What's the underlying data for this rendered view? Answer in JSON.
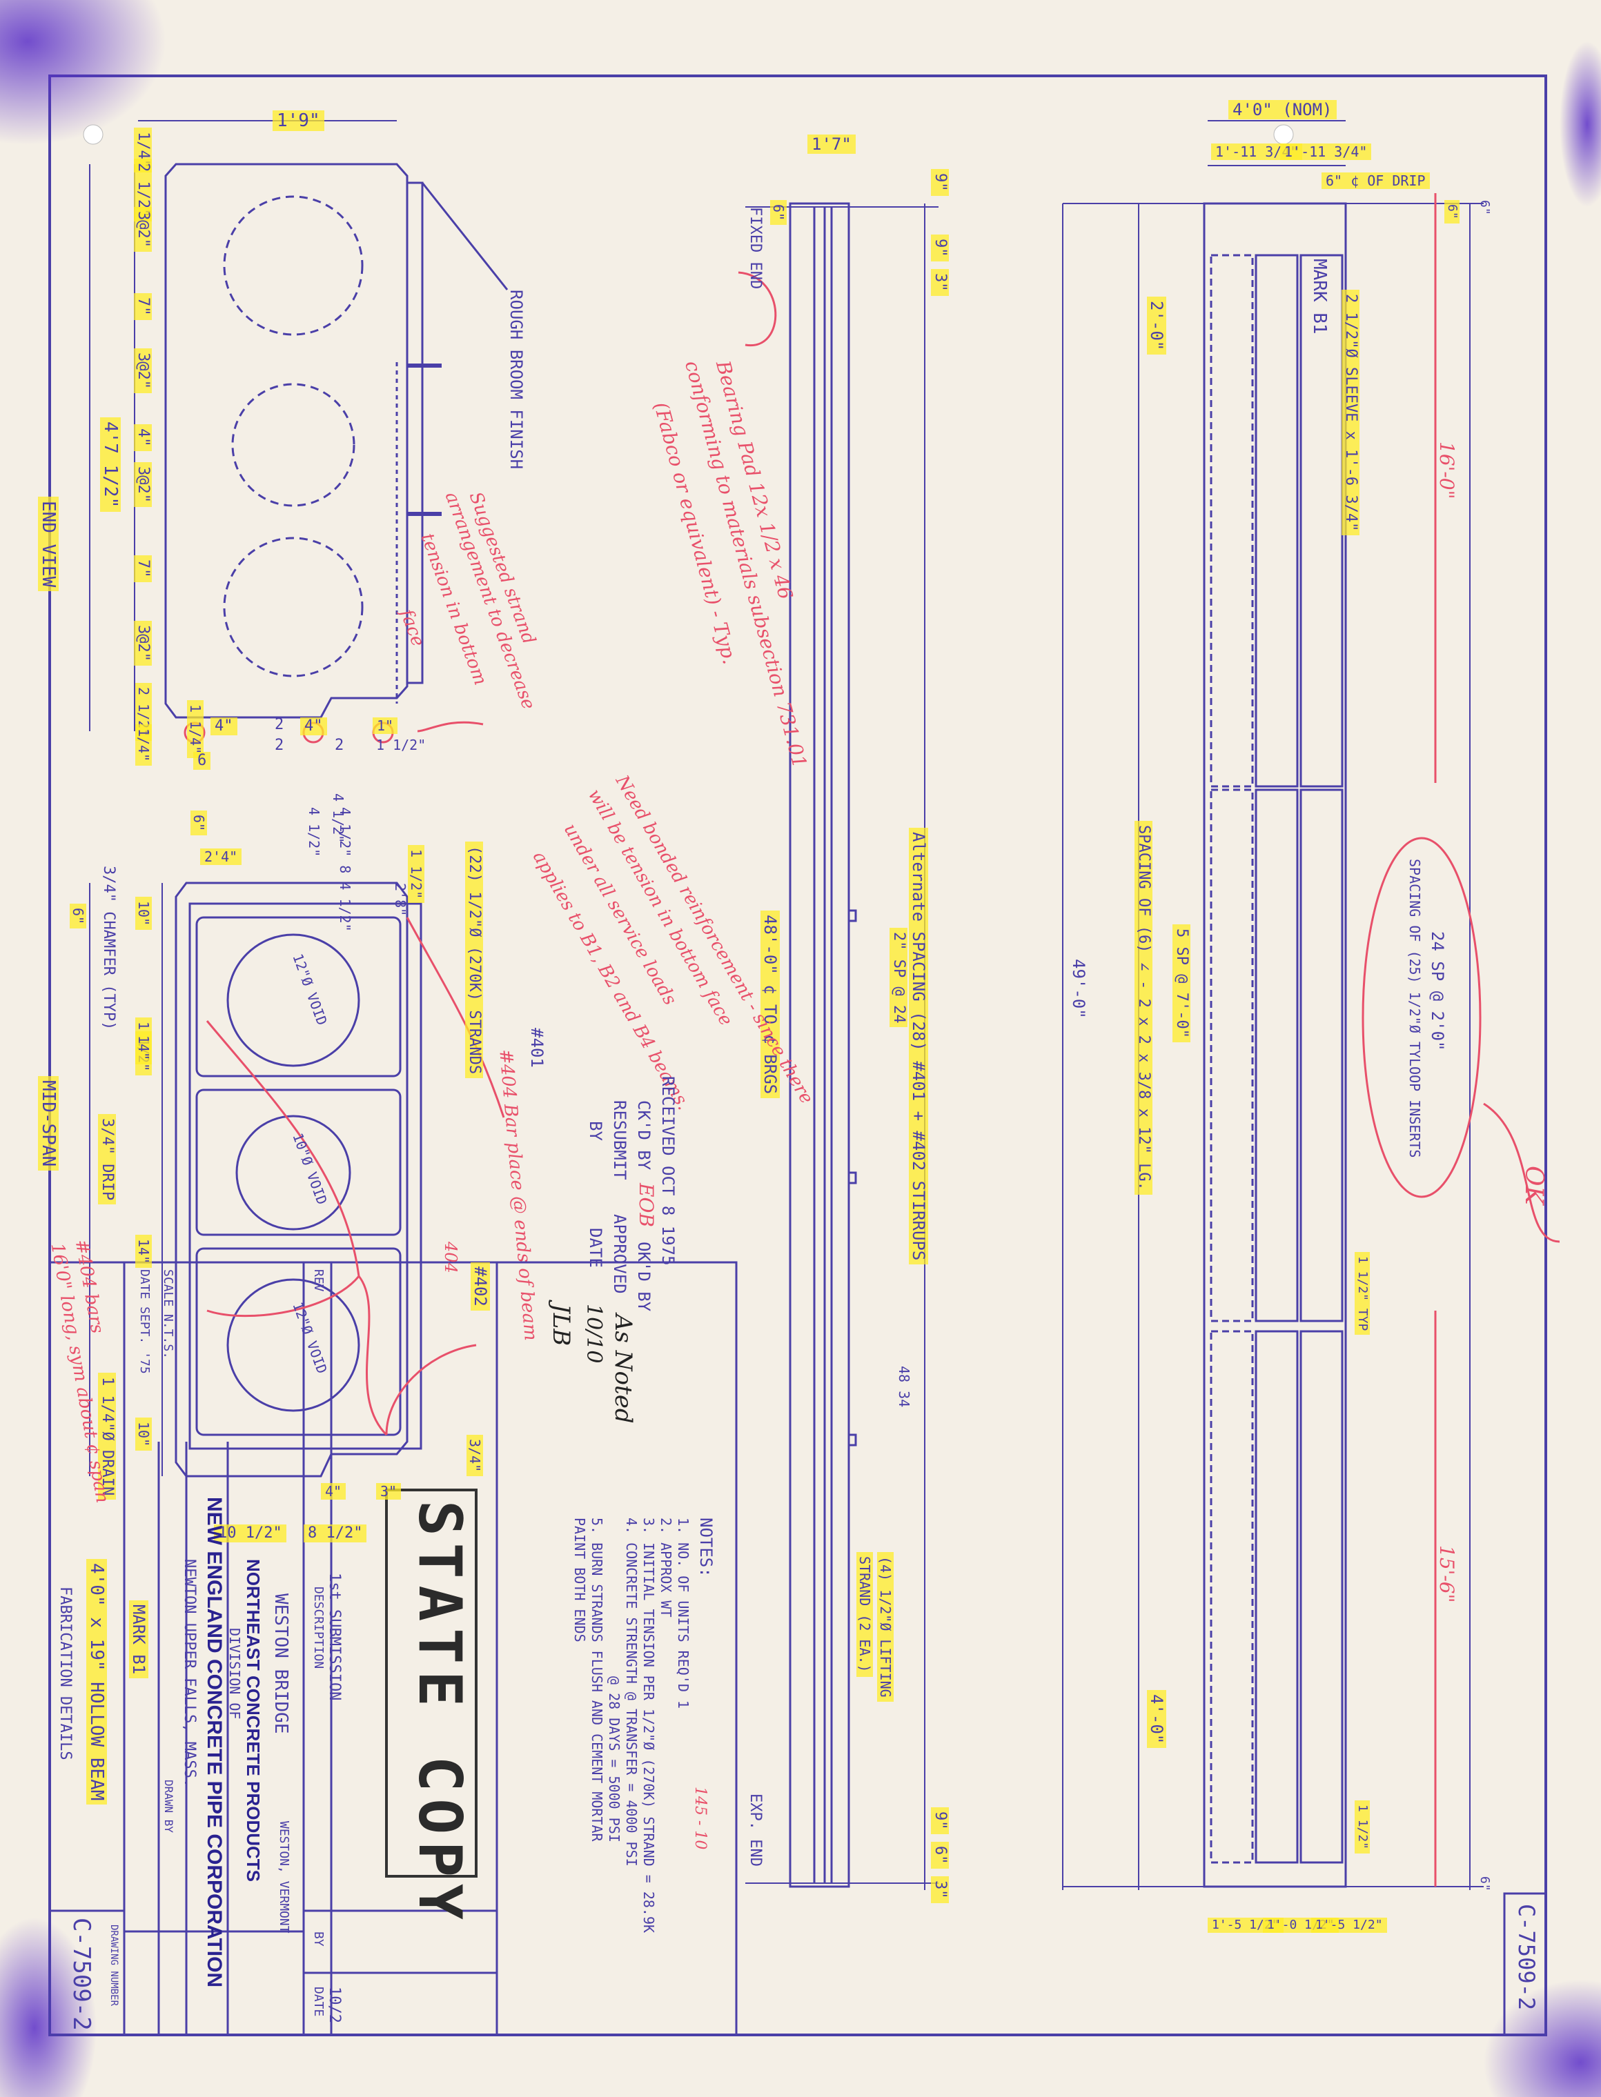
{
  "drawing_number": "C-7509-2",
  "title_block": {
    "revision_description": "1st SUBMISSION",
    "revision_date": "10/2",
    "rev_label": "REV",
    "description_label": "DESCRIPTION",
    "by_label": "BY",
    "date_label": "DATE",
    "project": "WESTON BRIDGE",
    "location": "WESTON, VERMONT",
    "company": "NORTHEAST CONCRETE PRODUCTS",
    "division_of": "DIVISION OF",
    "corporation": "NEW ENGLAND CONCRETE PIPE CORPORATION",
    "address": "NEWTON UPPER FALLS, MASS.",
    "scale": "SCALE N.T.S.",
    "date": "DATE SEPT. '75",
    "drawn_by": "DRAWN BY",
    "mark": "MARK B1",
    "beam": "4'0\" x 19\" HOLLOW BEAM",
    "sheet_title": "FABRICATION DETAILS",
    "drawing_number_label": "DRAWING NUMBER",
    "stamp": "STATE COPY"
  },
  "notes": {
    "heading": "NOTES:",
    "items": [
      "1. NO. OF UNITS REQ'D 1",
      "2. APPROX WT",
      "3. INITIAL TENSION PER 1/2\"Ø (270K) STRAND = 28.9K",
      "4. CONCRETE STRENGTH @ TRANSFER = 4000 PSI",
      "@ 28 DAYS = 5000 PSI",
      "5. BURN STRANDS FLUSH AND CEMENT MORTAR",
      "PAINT BOTH ENDS"
    ],
    "lifting": "(4) 1/2\"Ø LIFTING",
    "lifting2": "STRAND (2 EA.)"
  },
  "review_stamp": {
    "received": "RECEIVED OCT 8 1975",
    "ckd": "CK'D BY",
    "ckd_init": "EOB",
    "okd": "OK'D BY",
    "resubmit": "RESUBMIT",
    "approved": "APPROVED",
    "approved_note": "As Noted",
    "by": "BY",
    "date": "DATE",
    "date_value": "10/10",
    "initials": "JLB",
    "misc": "48 34"
  },
  "end_view": {
    "title": "END VIEW",
    "width": "4'7 1/2\"",
    "top_dim": "1'9\"",
    "finish": "ROUGH BROOM FINISH",
    "dims": [
      "1/4\"",
      "2 1/2\"",
      "3@2\"",
      "7\"",
      "3@2\"",
      "4\"",
      "3@2\"",
      "7\"",
      "3@2\"",
      "2 1/2\"",
      "1/4\""
    ],
    "bottom_dims": [
      "1 1/4\"",
      "4\"",
      "2",
      "2",
      "4\"",
      "2",
      "1\"",
      "1 1/2\"",
      "6"
    ]
  },
  "mid_span": {
    "title": "MID-SPAN",
    "chamfer": "3/4\" CHAMFER (TYP)",
    "drip": "3/4\" DRIP",
    "drain": "1 1/4\"Ø DRAIN",
    "voids": [
      "12\"Ø VOID",
      "10\"Ø VOID",
      "12\"Ø VOID"
    ],
    "strands": "(22) 1/2\"Ø (270K) STRANDS",
    "bar401": "#401",
    "bar402": "#402",
    "bar404": "404",
    "dims": [
      "6\"",
      "10\"",
      "1 1/2\"",
      "14\"",
      "14\"",
      "10\"",
      "10 1/2\"",
      "8 1/2\"",
      "4\"",
      "3\"",
      "3/4\"",
      "1 1/2\"",
      "2'4\"",
      "6\"",
      "4 1/2\"",
      "4 1/2\"",
      "2'8\""
    ]
  },
  "side_view": {
    "fixed_end": "FIXED END",
    "exp_end": "EXP. END",
    "length": "48'-0\" ¢ TO ¢ BRGS",
    "spacing": "Alternate SPACING (28) #401 + #402 STIRRUPS",
    "spacing2": "2\" SP @ 24",
    "height": "1'7\"",
    "top_dims": [
      "6\"",
      "9\"",
      "9\"",
      "3\""
    ],
    "bottom_dims": [
      "9\"",
      "6\"",
      "3\""
    ]
  },
  "plan_view": {
    "width_nom": "4'0\" (NOM)",
    "sub_dims": [
      "1'-11 3/4\"",
      "1'-11 3/4\""
    ],
    "drip": "6\" ¢ OF DRIP",
    "mark": "MARK B1",
    "sleeve": "2 1/2\"Ø SLEEVE x 1'-6 3/4\"",
    "dim_16": "16'-0\"",
    "dim_15": "15'-6\"",
    "dim_4": "4'-0\"",
    "dim_2": "2'-0\"",
    "length": "49'-0\"",
    "spacing": "5 SP @ 7'-0\"",
    "spacing2": "SPACING OF (6) ∠ - 2 x 2 x 3/8 x 12\" LG.",
    "inserts1": "24 SP @ 2'0\"",
    "inserts2": "SPACING OF (25) 1/2\"Ø TYLOOP INSERTS",
    "ok": "OK",
    "typ": "1 1/2\" TYP",
    "end_dims": [
      "6\"",
      "6\"",
      "6\"",
      "1'-5 1/2\"",
      "1'-0 1/2\"",
      "1'-5 1/2\"",
      "1 1/2\""
    ]
  },
  "annotations": {
    "bearing1": "Bearing Pad 12x 1/2 x 46",
    "bearing2": "conforming to materials subsection 731.01",
    "bearing3": "(Fabco or equivalent) - Typ.",
    "strand1": "Suggested strand",
    "strand2": "arrangement to decrease",
    "strand3": "tension in bottom",
    "strand4": "face",
    "need1": "Need bonded reinforcement - since there",
    "need2": "will be tension in bottom face",
    "need3": "under all service loads",
    "need4": "applies to B1, B2 and B4 beams.",
    "bar_ends": "#404 Bar place @ ends of beam",
    "bars1": "#404 bars",
    "bars2": "16'0\" long, sym about ¢ span",
    "side_note": "4 1/2\" 8 4 1/2\"",
    "weight": "145 - 10"
  }
}
